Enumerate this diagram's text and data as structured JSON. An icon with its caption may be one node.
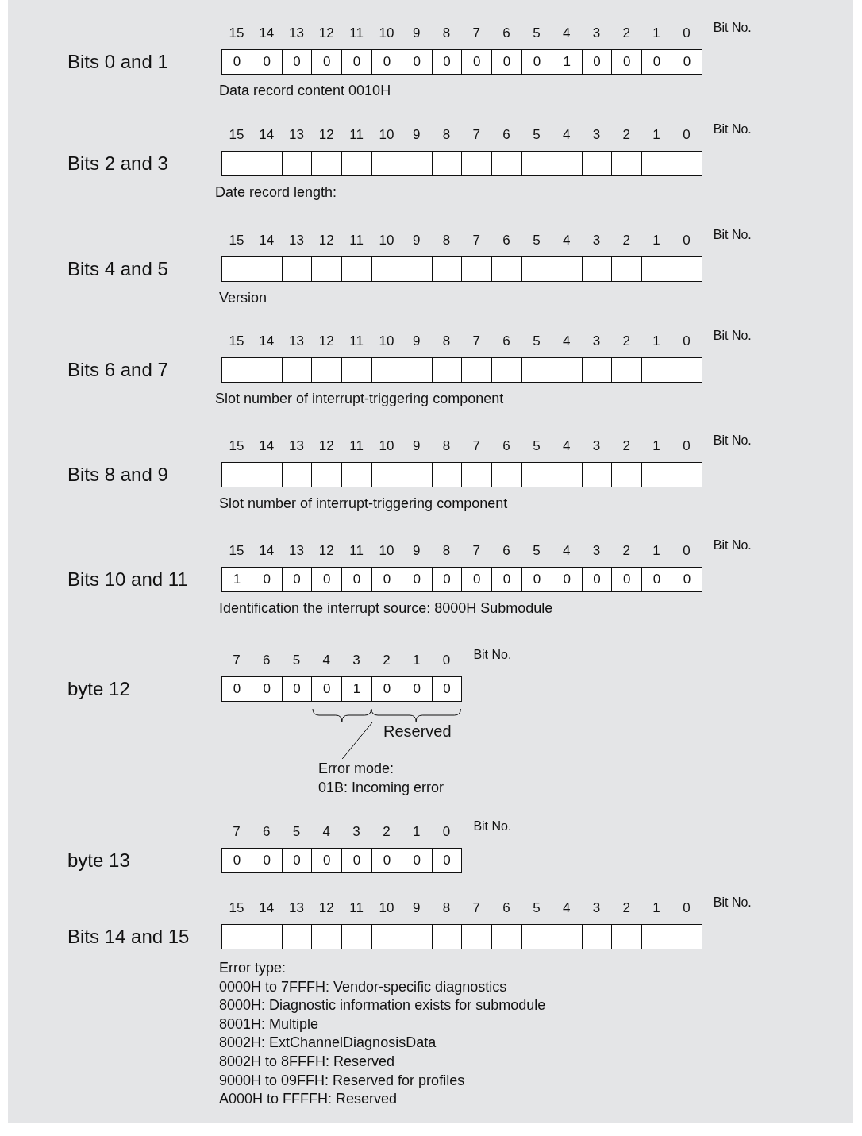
{
  "diagram": {
    "nodes": [
      {
        "text": [
          "0"
        ]
      },
      {
        "text": [
          "0"
        ]
      },
      {
        "text": [
          "0"
        ]
      },
      {
        "text": [
          "0"
        ]
      },
      {
        "text": [
          "0"
        ]
      },
      {
        "text": [
          "0"
        ]
      },
      {
        "text": [
          "0"
        ]
      },
      {
        "text": [
          "0"
        ]
      },
      {
        "text": [
          "0"
        ]
      },
      {
        "text": [
          "0"
        ]
      },
      {
        "text": [
          "0"
        ]
      },
      {
        "text": [
          "1"
        ]
      },
      {
        "text": [
          "0"
        ]
      },
      {
        "text": [
          "0"
        ]
      },
      {
        "text": [
          "0"
        ]
      },
      {
        "text": [
          "0"
        ]
      },
      {
        "text": [],
        "shape": "box"
      },
      {
        "text": [],
        "shape": "box"
      },
      {
        "text": [],
        "shape": "box"
      },
      {
        "text": [],
        "shape": "box"
      },
      {
        "text": [],
        "shape": "box"
      },
      {
        "text": [],
        "shape": "box"
      },
      {
        "text": [],
        "shape": "box"
      },
      {
        "text": [],
        "shape": "box"
      },
      {
        "text": [],
        "shape": "box"
      },
      {
        "text": [],
        "shape": "box"
      },
      {
        "text": [],
        "shape": "box"
      },
      {
        "text": [],
        "shape": "box"
      },
      {
        "text": [],
        "shape": "box"
      },
      {
        "text": [],
        "shape": "box"
      },
      {
        "text": [],
        "shape": "box"
      },
      {
        "text": [],
        "shape": "box"
      },
      {
        "text": [],
        "shape": "box"
      },
      {
        "text": [],
        "shape": "box"
      },
      {
        "text": [],
        "shape": "box"
      },
      {
        "text": [],
        "shape": "box"
      },
      {
        "text": [],
        "shape": "box"
      },
      {
        "text": [],
        "shape": "box"
      },
      {
        "text": [],
        "shape": "box"
      },
      {
        "text": [],
        "shape": "box"
      },
      {
        "text": [],
        "shape": "box"
      },
      {
        "text": [],
        "shape": "box"
      },
      {
        "text": [],
        "shape": "box"
      },
      {
        "text": [],
        "shape": "box"
      },
      {
        "text": [],
        "shape": "box"
      },
      {
        "text": [],
        "shape": "box"
      },
      {
        "text": [],
        "shape": "box"
      },
      {
        "text": [],
        "shape": "box"
      },
      {
        "text": [],
        "shape": "box"
      },
      {
        "text": [],
        "shape": "box"
      },
      {
        "text": [],
        "shape": "box"
      },
      {
        "text": [],
        "shape": "box"
      },
      {
        "text": [],
        "shape": "box"
      },
      {
        "text": [],
        "shape": "box"
      },
      {
        "text": [],
        "shape": "box"
      },
      {
        "text": [],
        "shape": "box"
      },
      {
        "text": [],
        "shape": "box"
      },
      {
        "text": [],
        "shape": "box"
      },
      {
        "text": [],
        "shape": "box"
      },
      {
        "text": [],
        "shape": "box"
      },
      {
        "text": [],
        "shape": "box"
      },
      {
        "text": [],
        "shape": "box"
      },
      {
        "text": [],
        "shape": "box"
      },
      {
        "text": [],
        "shape": "box"
      },
      {
        "text": [],
        "shape": "box"
      },
      {
        "text": [],
        "shape": "box"
      },
      {
        "text": [],
        "shape": "box"
      },
      {
        "text": [],
        "shape": "box"
      },
      {
        "text": [],
        "shape": "box"
      },
      {
        "text": [],
        "shape": "box"
      },
      {
        "text": [],
        "shape": "box"
      },
      {
        "text": [],
        "shape": "box"
      },
      {
        "text": [],
        "shape": "box"
      },
      {
        "text": [],
        "shape": "box"
      },
      {
        "text": [],
        "shape": "box"
      },
      {
        "text": [],
        "shape": "box"
      },
      {
        "text": [],
        "shape": "box"
      },
      {
        "text": [],
        "shape": "box"
      },
      {
        "text": [],
        "shape": "box"
      },
      {
        "text": [],
        "shape": "box"
      },
      {
        "text": [
          "1"
        ]
      },
      {
        "text": [
          "0"
        ]
      },
      {
        "text": [
          "0"
        ]
      },
      {
        "text": [
          "0"
        ]
      },
      {
        "text": [
          "0"
        ]
      },
      {
        "text": [
          "0"
        ]
      },
      {
        "text": [
          "0"
        ]
      },
      {
        "text": [
          "0"
        ]
      },
      {
        "text": [
          "0"
        ]
      },
      {
        "text": [
          "0"
        ]
      },
      {
        "text": [
          "0"
        ]
      },
      {
        "text": [
          "0"
        ]
      },
      {
        "text": [
          "0"
        ]
      },
      {
        "text": [
          "0"
        ]
      },
      {
        "text": [
          "0"
        ]
      },
      {
        "text": [
          "0"
        ]
      },
      {
        "text": [
          "0"
        ]
      },
      {
        "text": [
          "0"
        ]
      },
      {
        "text": [
          "0"
        ]
      },
      {
        "text": [
          "0"
        ]
      },
      {
        "text": [
          "1"
        ]
      },
      {
        "text": [
          "0"
        ]
      },
      {
        "text": [
          "0"
        ]
      },
      {
        "text": [
          "0"
        ]
      },
      {
        "text": [],
        "shape": "bracket"
      },
      {
        "text": [
          "Error mode:",
          "01B: Incoming error"
        ]
      },
      {
        "text": [
          "0"
        ]
      },
      {
        "text": [
          "0"
        ]
      },
      {
        "text": [
          "0"
        ]
      },
      {
        "text": [
          "0"
        ]
      },
      {
        "text": [
          "0"
        ]
      },
      {
        "text": [
          "0"
        ]
      },
      {
        "text": [
          "0"
        ]
      },
      {
        "text": [
          "0"
        ]
      },
      {
        "text": [],
        "shape": "box"
      },
      {
        "text": [],
        "shape": "box"
      },
      {
        "text": [],
        "shape": "box"
      },
      {
        "text": [],
        "shape": "box"
      },
      {
        "text": [],
        "shape": "box"
      },
      {
        "text": [],
        "shape": "box"
      },
      {
        "text": [],
        "shape": "box"
      },
      {
        "text": [],
        "shape": "box"
      },
      {
        "text": [],
        "shape": "box"
      },
      {
        "text": [],
        "shape": "box"
      },
      {
        "text": [],
        "shape": "box"
      },
      {
        "text": [],
        "shape": "box"
      },
      {
        "text": [],
        "shape": "box"
      },
      {
        "text": [],
        "shape": "box"
      },
      {
        "text": [],
        "shape": "box"
      },
      {
        "text": [],
        "shape": "box"
      }
    ],
    "edges": [
      {
        "from": 105,
        "to": 104,
        "arrow": "none"
      }
    ],
    "labels": [
      "15",
      "14",
      "13",
      "12",
      "11",
      "10",
      "9",
      "8",
      "7",
      "6",
      "5",
      "4",
      "3",
      "2",
      "1",
      "0",
      "Bit No.",
      "Bits 0 and 1",
      "Data record content 0010H",
      "15",
      "14",
      "13",
      "12",
      "11",
      "10",
      "9",
      "8",
      "7",
      "6",
      "5",
      "4",
      "3",
      "2",
      "1",
      "0",
      "Bit No.",
      "Bits 2 and 3",
      "Date record length:",
      "15",
      "14",
      "13",
      "12",
      "11",
      "10",
      "9",
      "8",
      "7",
      "6",
      "5",
      "4",
      "3",
      "2",
      "1",
      "0",
      "Bit No.",
      "Bits 4 and 5",
      "Version",
      "15",
      "14",
      "13",
      "12",
      "11",
      "10",
      "9",
      "8",
      "7",
      "6",
      "5",
      "4",
      "3",
      "2",
      "1",
      "0",
      "Bit No.",
      "Bits 6 and 7",
      "Slot number of interrupt-triggering component",
      "15",
      "14",
      "13",
      "12",
      "11",
      "10",
      "9",
      "8",
      "7",
      "6",
      "5",
      "4",
      "3",
      "2",
      "1",
      "0",
      "Bit No.",
      "Bits 8 and 9",
      "Slot number of interrupt-triggering component",
      "15",
      "14",
      "13",
      "12",
      "11",
      "10",
      "9",
      "8",
      "7",
      "6",
      "5",
      "4",
      "3",
      "2",
      "1",
      "0",
      "Bit No.",
      "Bits 10 and 11",
      "Identification the interrupt source: 8000H Submodule",
      "7",
      "6",
      "5",
      "4",
      "3",
      "2",
      "1",
      "0",
      "Bit No.",
      "byte 12",
      "Reserved",
      "7",
      "6",
      "5",
      "4",
      "3",
      "2",
      "1",
      "0",
      "Bit No.",
      "byte 13",
      "15",
      "14",
      "13",
      "12",
      "11",
      "10",
      "9",
      "8",
      "7",
      "6",
      "5",
      "4",
      "3",
      "2",
      "1",
      "0",
      "Bit No.",
      "Bits 14 and 15",
      "Error type:",
      "0000H to 7FFFH: Vendor-specific diagnostics",
      "8000H: Diagnostic information exists for submodule",
      "8001H: Multiple",
      "8002H: ExtChannelDiagnosisData",
      "8002H to 8FFFH: Reserved",
      "9000H to 09FFH: Reserved for profiles",
      "A000H to FFFFH: Reserved"
    ]
  }
}
